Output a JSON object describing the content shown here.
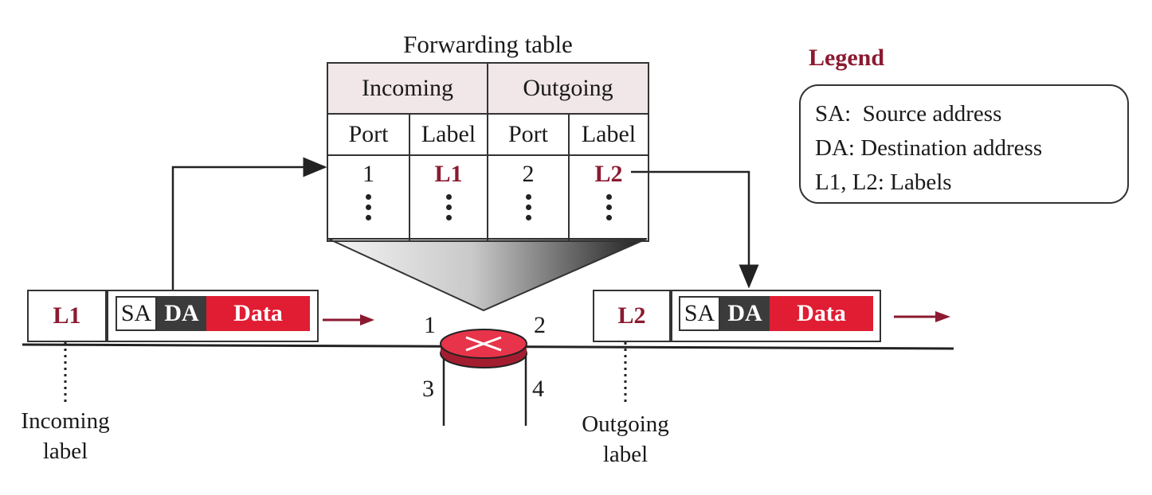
{
  "forwarding_table": {
    "title": "Forwarding table",
    "group_headers": [
      "Incoming",
      "Outgoing"
    ],
    "column_headers": [
      "Port",
      "Label",
      "Port",
      "Label"
    ],
    "row": {
      "in_port": "1",
      "in_label": "L1",
      "out_port": "2",
      "out_label": "L2"
    }
  },
  "legend": {
    "title": "Legend",
    "items": [
      "SA:  Source address",
      "DA: Destination address",
      "L1, L2: Labels"
    ]
  },
  "incoming_packet": {
    "label": "L1",
    "sa": "SA",
    "da": "DA",
    "data": "Data"
  },
  "outgoing_packet": {
    "label": "L2",
    "sa": "SA",
    "da": "DA",
    "data": "Data"
  },
  "router_ports": [
    "1",
    "2",
    "3",
    "4"
  ],
  "annotations": {
    "incoming_label": [
      "Incoming",
      "label"
    ],
    "outgoing_label": [
      "Outgoing",
      "label"
    ]
  },
  "colors": {
    "accent_red": "#e01d33",
    "label_red": "#8b1a30",
    "da_dark": "#3b3b3b",
    "router": "#e8344a"
  }
}
